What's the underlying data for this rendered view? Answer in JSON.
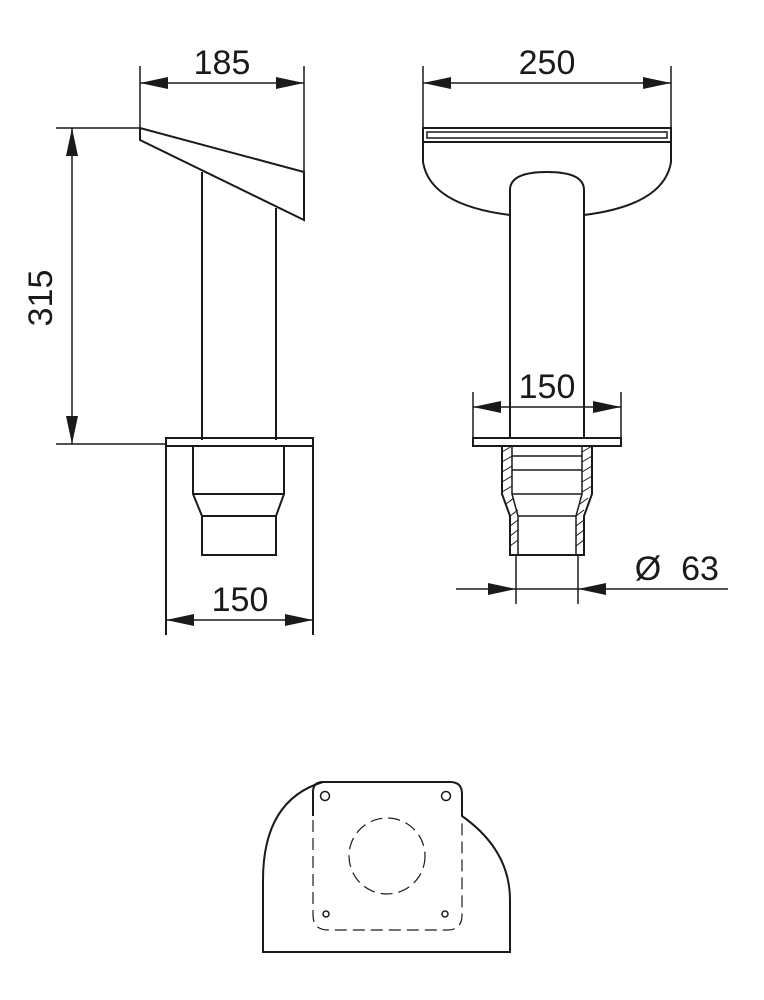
{
  "dimensions": {
    "side_top_width": "185",
    "side_height": "315",
    "side_base_width": "150",
    "front_top_width": "250",
    "front_base_width": "150",
    "front_pipe_diameter_symbol": "Ø",
    "front_pipe_diameter": "63"
  },
  "colors": {
    "line": "#1a1a1a",
    "background": "#ffffff"
  }
}
